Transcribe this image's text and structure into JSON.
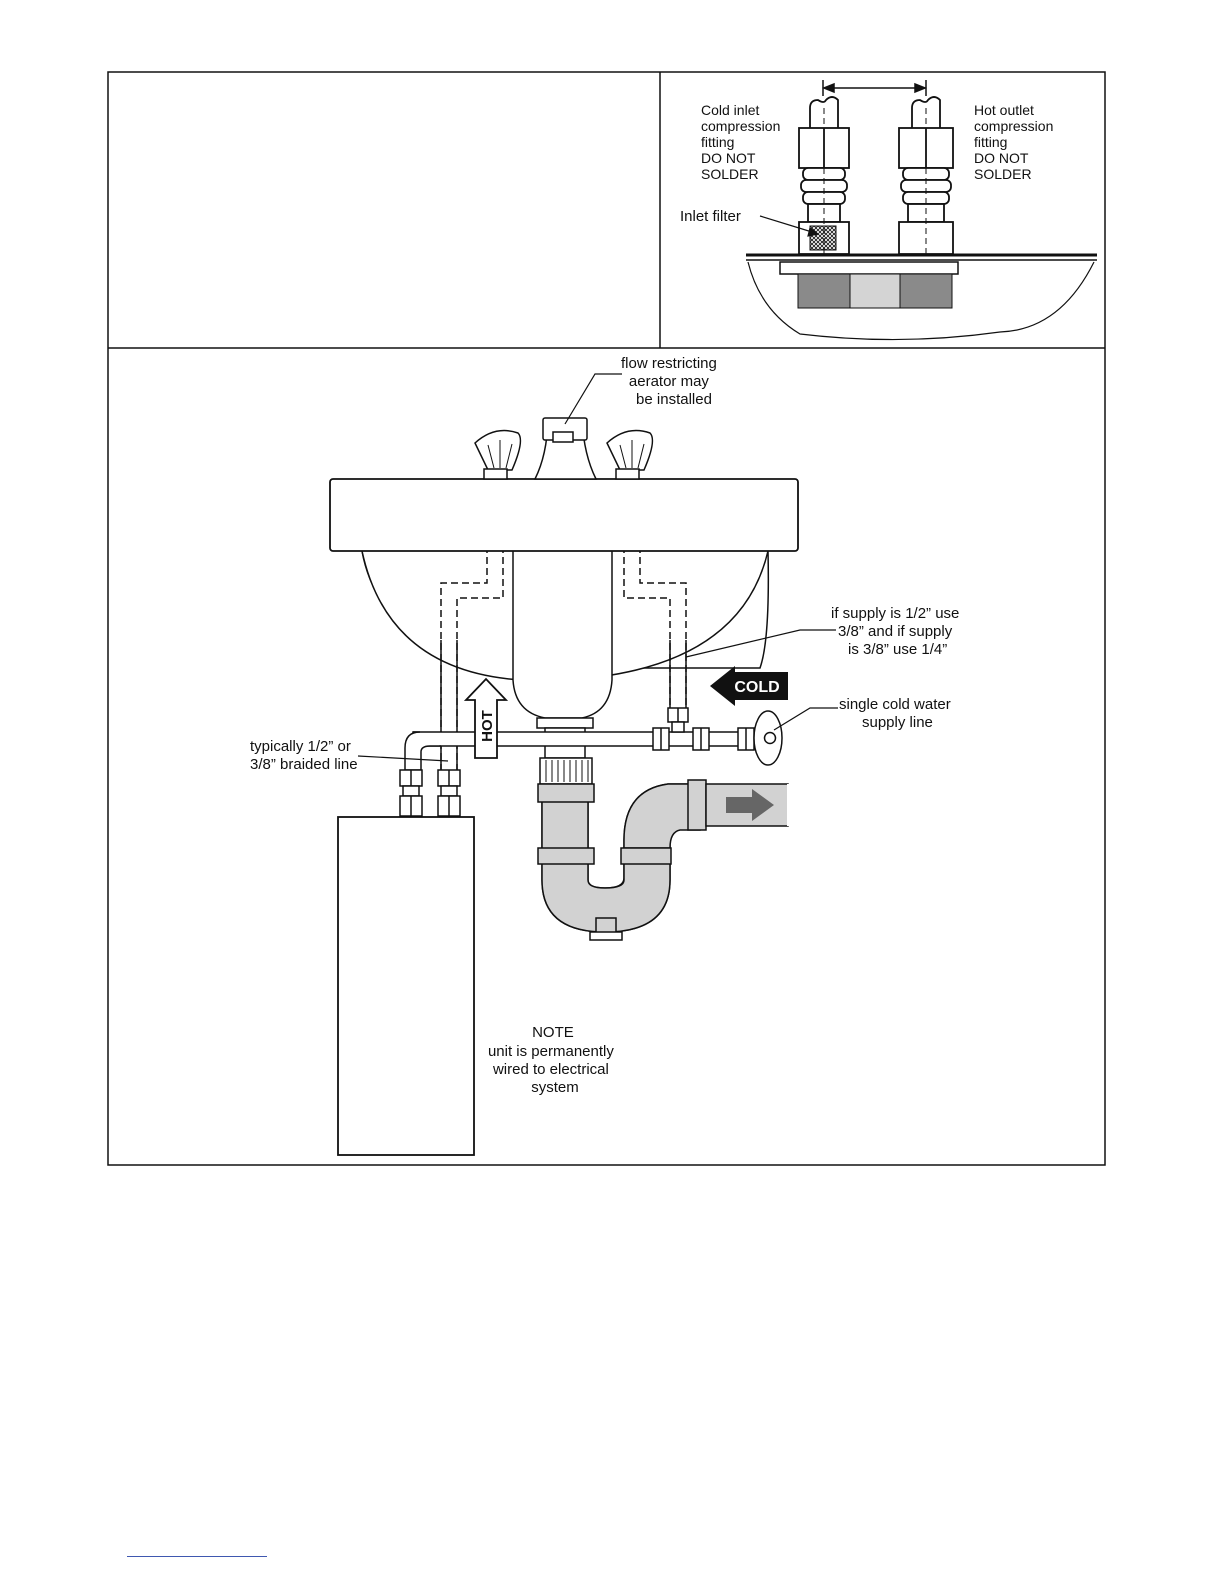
{
  "fitting_detail": {
    "cold_inlet": [
      "Cold inlet",
      "compression",
      "fitting",
      "DO NOT",
      "SOLDER"
    ],
    "hot_outlet": [
      "Hot outlet",
      "compression",
      "fitting",
      "DO NOT",
      "SOLDER"
    ],
    "inlet_filter": "Inlet filter"
  },
  "installation": {
    "aerator_note": [
      "flow restricting",
      "aerator may",
      "be installed"
    ],
    "supply_note": [
      "if supply is 1/2” use",
      "3/8” and if supply",
      "is 3/8” use 1/4”"
    ],
    "cold_arrow": "COLD",
    "hot_arrow": "HOT",
    "cold_supply": [
      "single cold water",
      "supply line"
    ],
    "braided_line": [
      "typically 1/2” or",
      "3/8” braided line"
    ],
    "note": [
      "NOTE",
      "unit is permanently",
      "wired to electrical",
      "system"
    ]
  }
}
